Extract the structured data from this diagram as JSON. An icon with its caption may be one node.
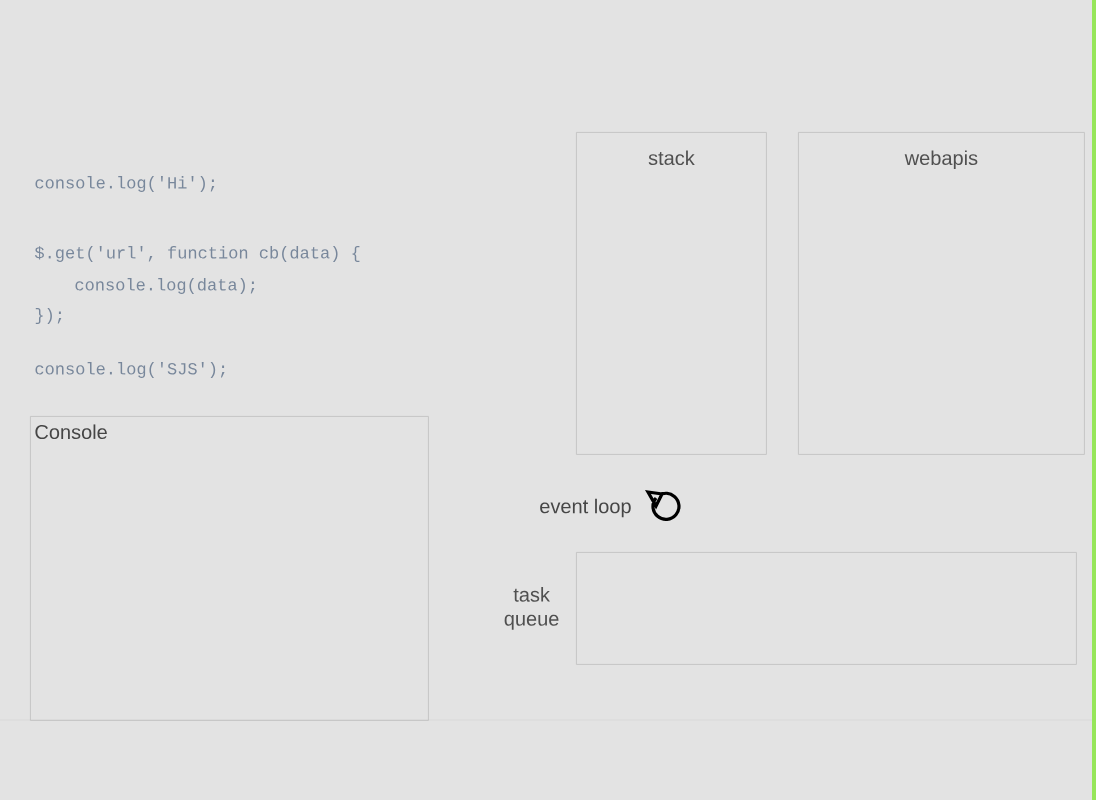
{
  "diagram": {
    "nodes": [
      {
        "text": [
          "stack"
        ]
      },
      {
        "text": [
          "webapis"
        ]
      },
      {
        "text": [
          "Console"
        ]
      },
      {
        "text": [
          "task queue"
        ]
      }
    ],
    "labels": [
      "console.log('Hi');",
      "$.get('url', function cb(data) {",
      "console.log(data);",
      "});",
      "console.log('SJS');",
      "event loop"
    ]
  }
}
